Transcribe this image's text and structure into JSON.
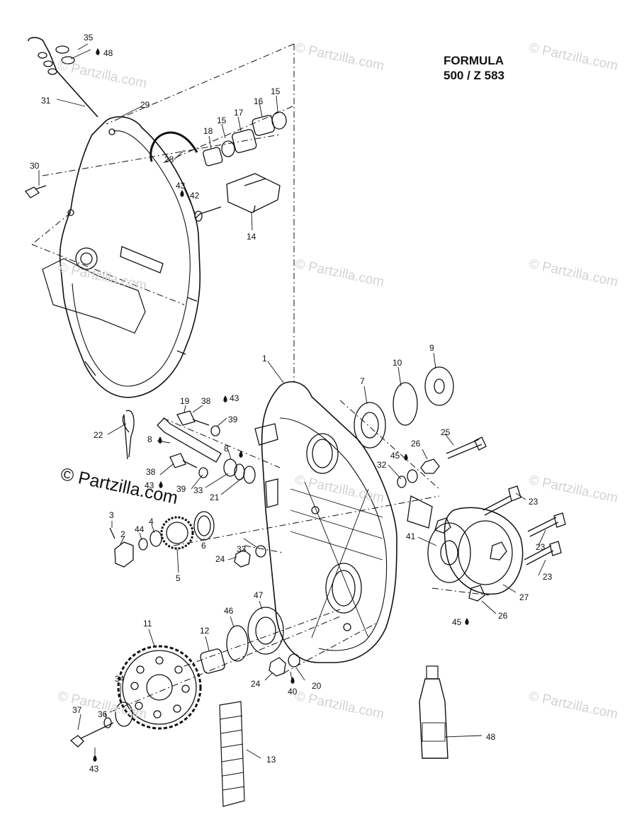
{
  "title": {
    "line1": "FORMULA",
    "line2": "500 / Z 583"
  },
  "watermark": "© Partzilla.com",
  "callouts": [
    {
      "id": "c35",
      "text": "35"
    },
    {
      "id": "c48a",
      "text": "48"
    },
    {
      "id": "c31",
      "text": "31"
    },
    {
      "id": "c29",
      "text": "29"
    },
    {
      "id": "c30",
      "text": "30"
    },
    {
      "id": "c28",
      "text": "28"
    },
    {
      "id": "c18",
      "text": "18"
    },
    {
      "id": "c15a",
      "text": "15"
    },
    {
      "id": "c17",
      "text": "17"
    },
    {
      "id": "c16",
      "text": "16"
    },
    {
      "id": "c15b",
      "text": "15"
    },
    {
      "id": "c43a",
      "text": "43"
    },
    {
      "id": "c42",
      "text": "42"
    },
    {
      "id": "c14",
      "text": "14"
    },
    {
      "id": "c1",
      "text": "1"
    },
    {
      "id": "c9",
      "text": "9"
    },
    {
      "id": "c10",
      "text": "10"
    },
    {
      "id": "c7",
      "text": "7"
    },
    {
      "id": "c19",
      "text": "19"
    },
    {
      "id": "c38a",
      "text": "38"
    },
    {
      "id": "c43b",
      "text": "43"
    },
    {
      "id": "c39a",
      "text": "39"
    },
    {
      "id": "c22",
      "text": "22"
    },
    {
      "id": "c8a",
      "text": "8"
    },
    {
      "id": "c8b",
      "text": "8"
    },
    {
      "id": "c25",
      "text": "25"
    },
    {
      "id": "c26a",
      "text": "26"
    },
    {
      "id": "c45a",
      "text": "45"
    },
    {
      "id": "c32",
      "text": "32"
    },
    {
      "id": "c38b",
      "text": "38"
    },
    {
      "id": "c43c",
      "text": "43"
    },
    {
      "id": "c39b",
      "text": "39"
    },
    {
      "id": "c33a",
      "text": "33"
    },
    {
      "id": "c21",
      "text": "21"
    },
    {
      "id": "c23a",
      "text": "23"
    },
    {
      "id": "c3",
      "text": "3"
    },
    {
      "id": "c4",
      "text": "4"
    },
    {
      "id": "c2",
      "text": "2"
    },
    {
      "id": "c44",
      "text": "44"
    },
    {
      "id": "c6",
      "text": "6"
    },
    {
      "id": "c5",
      "text": "5"
    },
    {
      "id": "c24a",
      "text": "24"
    },
    {
      "id": "c33b",
      "text": "33"
    },
    {
      "id": "c41",
      "text": "41"
    },
    {
      "id": "c23b",
      "text": "23"
    },
    {
      "id": "c23c",
      "text": "23"
    },
    {
      "id": "c27",
      "text": "27"
    },
    {
      "id": "c26b",
      "text": "26"
    },
    {
      "id": "c45b",
      "text": "45"
    },
    {
      "id": "c47",
      "text": "47"
    },
    {
      "id": "c11",
      "text": "11"
    },
    {
      "id": "c46",
      "text": "46"
    },
    {
      "id": "c12",
      "text": "12"
    },
    {
      "id": "c24b",
      "text": "24"
    },
    {
      "id": "c40",
      "text": "40"
    },
    {
      "id": "c20",
      "text": "20"
    },
    {
      "id": "c34",
      "text": "34"
    },
    {
      "id": "c36",
      "text": "36"
    },
    {
      "id": "c37",
      "text": "37"
    },
    {
      "id": "c43d",
      "text": "43"
    },
    {
      "id": "c13",
      "text": "13"
    },
    {
      "id": "c48b",
      "text": "48"
    }
  ]
}
